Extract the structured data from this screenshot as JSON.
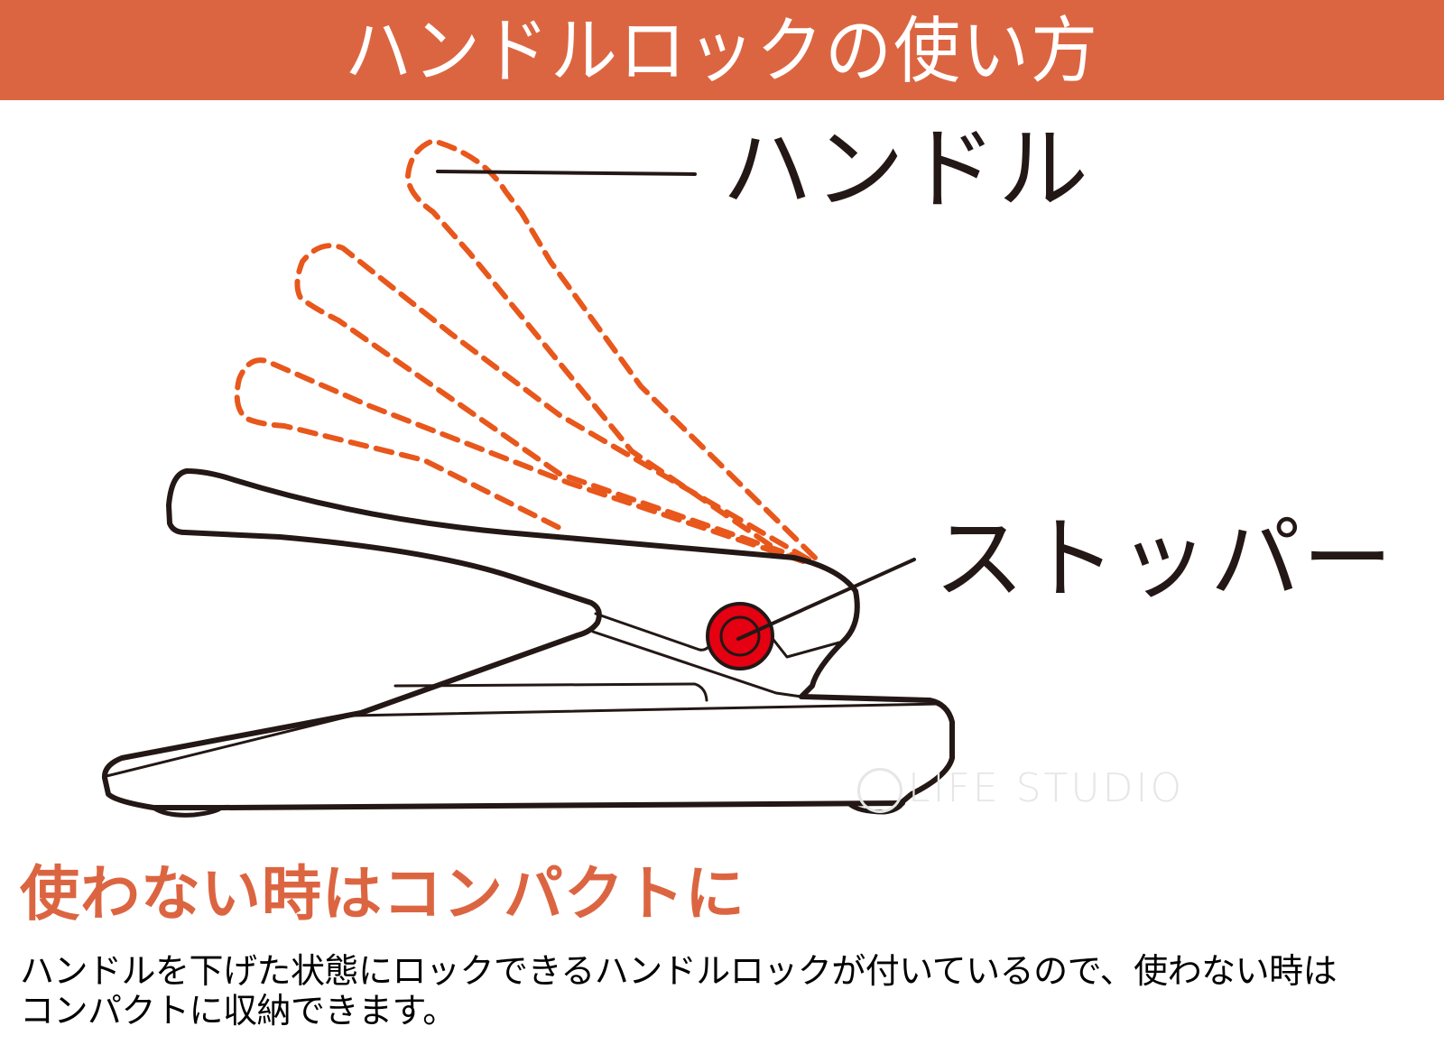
{
  "header": {
    "title": "ハンドルロックの使い方",
    "background_color": "#dc6541",
    "text_color": "#ffffff"
  },
  "diagram": {
    "labels": {
      "handle": "ハンドル",
      "stopper": "ストッパー"
    },
    "colors": {
      "outline": "#231815",
      "dashed_handle_positions": "#e8571b",
      "stopper_fill": "#e50012"
    },
    "handle_positions_shown": 4,
    "watermark": "LIFE STUDIO"
  },
  "section": {
    "subtitle": "使わない時はコンパクトに",
    "subtitle_color": "#dc6541",
    "description_line1": "ハンドルを下げた状態にロックできるハンドルロックが付いているので、使わない時は",
    "description_line2": "コンパクトに収納できます。"
  }
}
